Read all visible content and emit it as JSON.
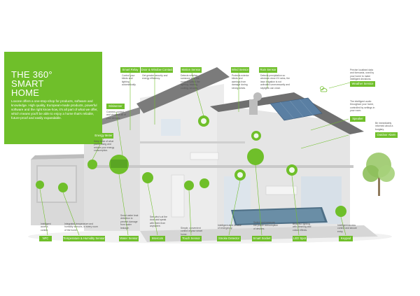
{
  "hero": {
    "title": "THE 360°\nSMART\nHOME",
    "body": "Loxone offers a one-stop-shop for products, software and knowledge. High quality, European-made products, powerful software and the right know-how, it's all part of what we offer, which means you'll be able to enjoy a home that's reliable, future-proof and easily expandable."
  },
  "labels": {
    "smart_relay": "Smart Relay",
    "door_window": "Door & Window Contact",
    "motion_sensor": "Motion Sensor",
    "wind_sensor": "Wind Sensor",
    "rain_sensor": "Rain Sensor",
    "weather_service": "Weather Service",
    "miniserver": "Miniserver",
    "speaker": "Speaker",
    "energy_meter": "Energy Meter",
    "outdoor_alarm": "Outdoor Alarm",
    "nfc": "NFC",
    "intelligent_temperature": "Temperature & Humidity Sensor",
    "water_sensor": "Water Sensor",
    "intercom": "Intercom",
    "touch_sensor": "Touch Sensor",
    "smoke_detector": "Smoke Detector",
    "smart_socket": "Smart Socket",
    "led_spot": "LED Spot",
    "keypad": "Keypad"
  },
  "descriptions": {
    "smart_relay": "Control your blinds and lighting automatically.",
    "door_window": "Get greater security and energy efficiency.",
    "motion_sensor": "Detects whether someone is in the room to switch the lighting, heating, cooling, security.",
    "wind_sensor": "Protects exterior blinds and awnings from damage during strong winds.",
    "rain_sensor": "Detects precipitation so windows close if it rains, the lawn irrigation is not activated unnecessarily and skylights can close.",
    "weather_service": "Precise localised data and forecasts, used by your home to make intelligent decisions.",
    "miniserver": "Connect, control and visualise all of your devices.",
    "speaker": "The intelligent audio throughout your home, controlled by settings in your room.",
    "energy_meter": "Keep track of what you're using and reduce your energy consumption.",
    "outdoor_alarm": "Be immediately informed about a burglary.",
    "nfc": "Intelligent access control.",
    "intelligent_temperature": "Integrated temperature and humidity sensors, in every room of the home.",
    "water_sensor": "Smart water leak detection to prevent damage from water leakage.",
    "intercom": "See who's at the door and speak with them from anywhere.",
    "touch_sensor": "Simple, convenient control of your smart home.",
    "smoke_detector": "Intelligent alert in case of emergency.",
    "smart_socket": "Switch and measure the power consumption of devices.",
    "led_spot": "Beautiful lighting with dimming and colour effects.",
    "keypad": "Intelligent access control and secure entry."
  },
  "icons": [
    "cloud-sun-icon",
    "speaker-icon",
    "keypad-icon",
    "wind-icon",
    "rain-icon",
    "motion-icon",
    "socket-icon",
    "smoke-icon",
    "led-icon",
    "miniserver-icon",
    "intercom-icon"
  ],
  "colors": {
    "accent": "#6fbf2a",
    "wall": "#e9e9e9",
    "wall_dark": "#c8c8c8",
    "roof": "#7d7d7d"
  }
}
